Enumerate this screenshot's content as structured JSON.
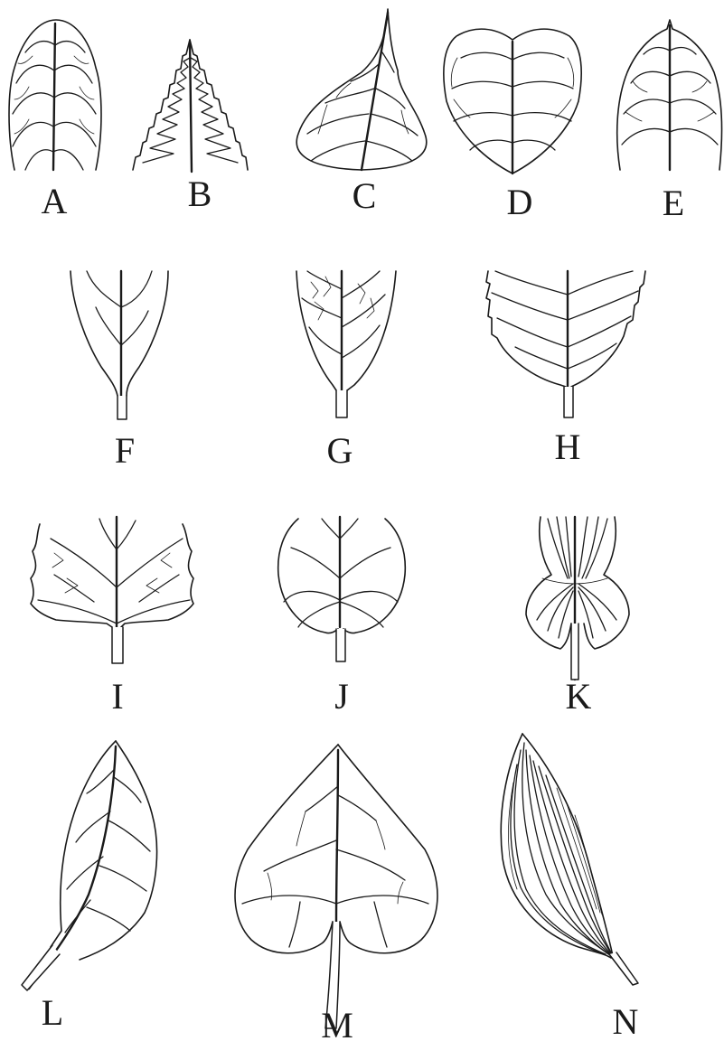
{
  "figure": {
    "leaves": [
      {
        "id": "A",
        "label": "A",
        "icon": "rounded-apex-leaf-icon"
      },
      {
        "id": "B",
        "label": "B",
        "icon": "triangular-serrate-leaf-icon"
      },
      {
        "id": "C",
        "label": "C",
        "icon": "acuminate-apex-leaf-icon"
      },
      {
        "id": "D",
        "label": "D",
        "icon": "emarginate-apex-leaf-icon"
      },
      {
        "id": "E",
        "label": "E",
        "icon": "mucronate-apex-leaf-icon"
      },
      {
        "id": "F",
        "label": "F",
        "icon": "attenuate-base-leaf-icon"
      },
      {
        "id": "G",
        "label": "G",
        "icon": "cuneate-base-leaf-icon"
      },
      {
        "id": "H",
        "label": "H",
        "icon": "rounded-base-leaf-icon"
      },
      {
        "id": "I",
        "label": "I",
        "icon": "truncate-base-leaf-icon"
      },
      {
        "id": "J",
        "label": "J",
        "icon": "cordate-base-leaf-icon"
      },
      {
        "id": "K",
        "label": "K",
        "icon": "auriculate-base-leaf-icon"
      },
      {
        "id": "L",
        "label": "L",
        "icon": "oblique-base-leaf-icon"
      },
      {
        "id": "M",
        "label": "M",
        "icon": "cordate-ivy-leaf-icon"
      },
      {
        "id": "N",
        "label": "N",
        "icon": "parallel-veined-lanceolate-leaf-icon"
      }
    ]
  }
}
